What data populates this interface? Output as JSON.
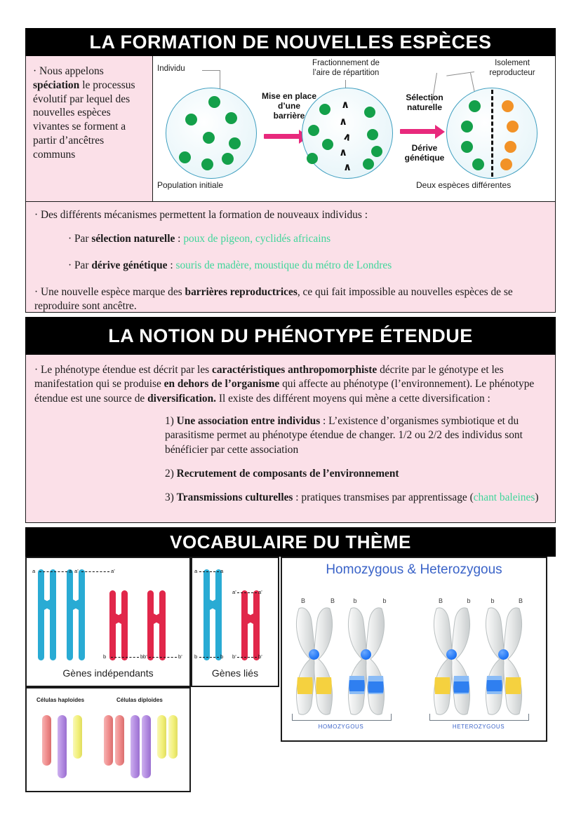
{
  "sections": [
    {
      "id": "formation",
      "title": "LA FORMATION DE NOUVELLES ESPÈCES",
      "note": {
        "prefix": "· Nous appelons ",
        "bold": "spéciation",
        "rest": " le processus évolutif par lequel des nouvelles espèces vivantes se forment a partir d’ancêtres communs"
      },
      "figure": {
        "labels": {
          "individu": "Individu",
          "fractionnement": "Fractionnement de",
          "fractionnement2": "l’aire de répartition",
          "isolement": "Isolement",
          "isolement2": "reproducteur",
          "population_initiale": "Population initiale",
          "deux_especes": "Deux espèces différentes"
        },
        "arrow1": {
          "line1": "Mise en place",
          "line2": "d’une",
          "line3": "barrière"
        },
        "arrow2": {
          "line1": "Sélection",
          "line2": "naturelle",
          "line3": "Dérive",
          "line4": "génétique"
        },
        "colors": {
          "green": "#14a04a",
          "orange": "#f29227",
          "circle_stroke": "#3f9fc0",
          "arrow": "#e8297c"
        }
      },
      "body": {
        "line1": "· Des différents mécanismes permettent la formation de nouveaux individus :",
        "bullet1_pre": "· Par ",
        "bullet1_bold": "sélection naturelle",
        "bullet1_mid": " :  ",
        "bullet1_green": "poux de pigeon, cyclidés africains",
        "bullet2_pre": "· Par ",
        "bullet2_bold": "dérive génétique",
        "bullet2_mid": " : ",
        "bullet2_green": "souris de madère, moustique du métro de Londres",
        "line2_pre": "· Une nouvelle espèce marque des ",
        "line2_bold": "barrières reproductrices",
        "line2_post": ", ce qui fait impossible au nouvelles espèces de se reproduire sont ancêtre."
      }
    },
    {
      "id": "phenotype",
      "title": "LA NOTION DU PHÉNOTYPE ÉTENDUE",
      "body": {
        "intro_a": "· Le phénotype étendue est décrit par les ",
        "intro_b": "caractéristiques anthropomorphiste",
        "intro_c": " décrite par le génotype et les manifestation qui se produise ",
        "intro_d": "en dehors de l’organisme",
        "intro_e": " qui affecte au phénotype (l’environnement). Le phénotype étendue est une source de ",
        "intro_f": "diversification.",
        "intro_g": " Il existe des différent moyens qui mène a cette diversification :",
        "item1_num": "1) ",
        "item1_bold": "Une association entre individus",
        "item1_rest": " : L’existence d’organismes symbiotique et du parasitisme permet au phénotype étendue de changer. 1/2 ou 2/2 des individus sont bénéficier par cette association",
        "item2_num": "2) ",
        "item2_bold": "Recrutement de composants de l’environnement",
        "item3_num": "3) ",
        "item3_bold": "Transmissions culturelles",
        "item3_mid": " : pratiques transmises par apprentissage (",
        "item3_green": "chant baleines",
        "item3_close": ")"
      }
    },
    {
      "id": "vocabulaire",
      "title": "VOCABULAIRE DU THÈME"
    }
  ],
  "figures": {
    "genes_independants": {
      "caption": "Gènes indépendants",
      "alleles_top": [
        "a",
        "a",
        "a’",
        "a’"
      ],
      "alleles_bottom": [
        "b",
        "b",
        "b’",
        "b’"
      ],
      "colors": {
        "blue": "#29abd4",
        "red": "#e1274a"
      }
    },
    "genes_lies": {
      "caption": "Gènes liés",
      "alleles_blue": [
        "a",
        "a",
        "b",
        "b"
      ],
      "alleles_red": [
        "a’",
        "a’",
        "b’",
        "b’"
      ],
      "colors": {
        "blue": "#29abd4",
        "red": "#e1274a"
      }
    },
    "homozygous": {
      "title": "Homozygous & Heterozygous",
      "left_labels": [
        "B",
        "B",
        "b",
        "b"
      ],
      "right_labels": [
        "B",
        "b",
        "b",
        "B"
      ],
      "left_caption": "HOMOZYGOUS",
      "right_caption": "HETEROZYGOUS",
      "colors": {
        "yellow": "#f5d13f",
        "blue": "#2f7ff0",
        "title": "#3a63c8"
      }
    },
    "celulas": {
      "label_haploides": "Células haploides",
      "label_diploides": "Células diploides",
      "colors": {
        "red": "#ef8a8a",
        "purple": "#b28ae0",
        "yellow": "#f2f07a"
      }
    }
  }
}
